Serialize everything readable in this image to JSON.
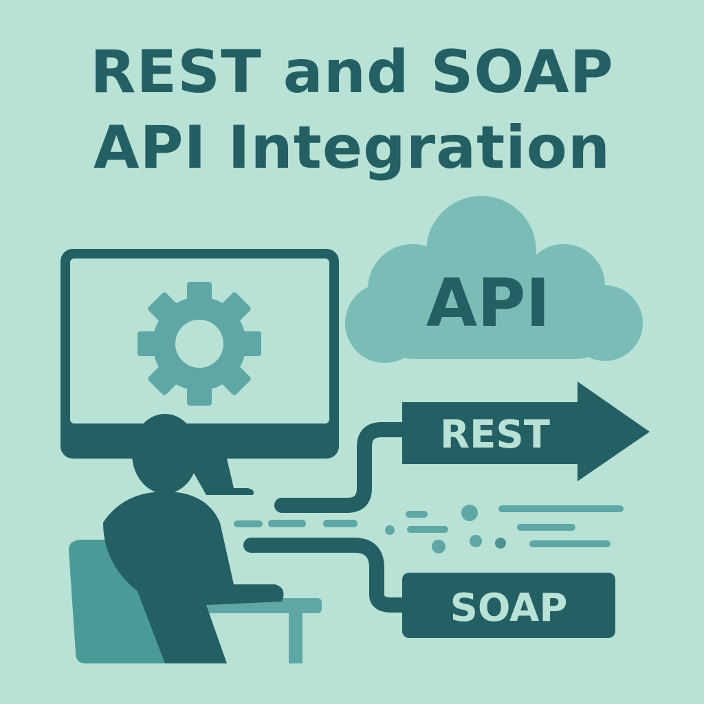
{
  "title": {
    "line1": "REST and SOAP",
    "line2": "API Integration"
  },
  "cloud": {
    "label": "API"
  },
  "arrows": {
    "rest": "REST",
    "soap": "SOAP"
  },
  "icons": [
    "gear-icon",
    "monitor-icon",
    "person-icon",
    "chair-icon",
    "cloud-icon",
    "arrow-icon"
  ],
  "colors": {
    "background": "#b8e2d6",
    "dark": "#245f64",
    "mid": "#5fa7a5",
    "light": "#7bbcb7"
  }
}
